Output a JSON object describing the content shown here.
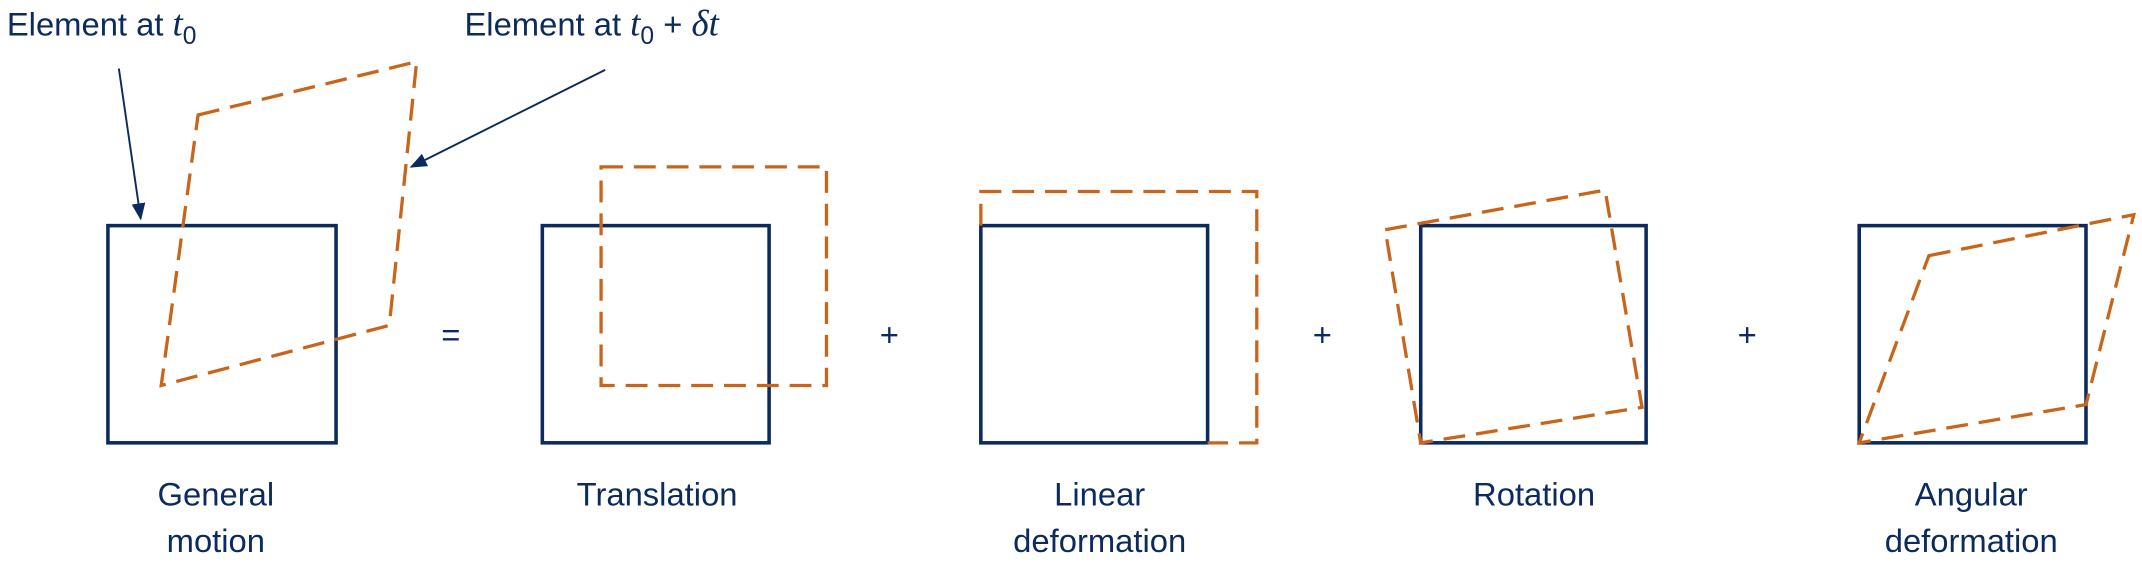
{
  "annotations": {
    "element_t0": {
      "text": "Element at ",
      "var": "t",
      "sub": "0"
    },
    "element_t0_dt": {
      "text": "Element at ",
      "var": "t",
      "sub": "0",
      "plus": " + ",
      "delta": "δt"
    }
  },
  "operators": [
    "=",
    "+",
    "+",
    "+"
  ],
  "panels": [
    {
      "line1": "General",
      "line2": "motion"
    },
    {
      "line1": "Translation",
      "line2": ""
    },
    {
      "line1": "Linear",
      "line2": "deformation"
    },
    {
      "line1": "Rotation",
      "line2": ""
    },
    {
      "line1": "Angular",
      "line2": "deformation"
    }
  ],
  "colors": {
    "element": "#0b2a5e",
    "displaced": "#c8651b"
  }
}
